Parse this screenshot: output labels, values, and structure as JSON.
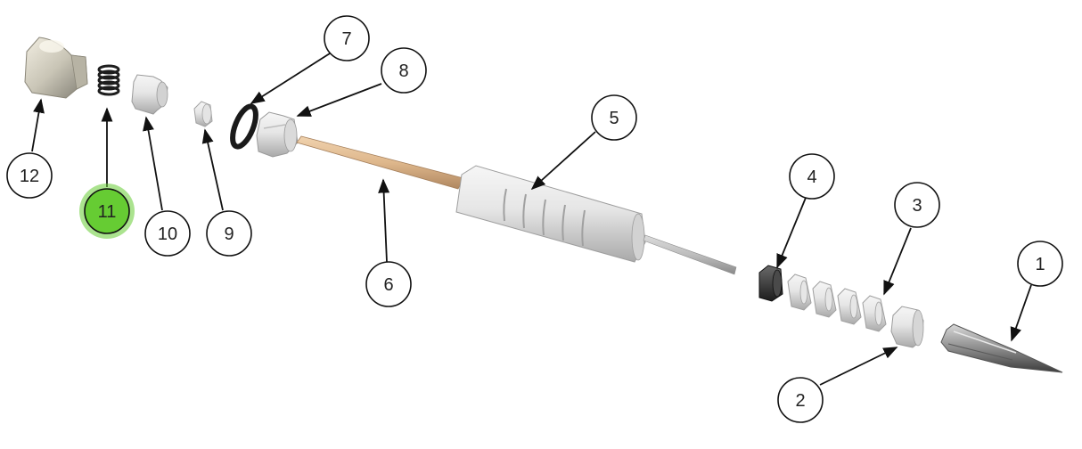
{
  "diagram": {
    "highlight_color": "#66cc33",
    "callouts": [
      {
        "key": "c1",
        "label": "1",
        "highlighted": false
      },
      {
        "key": "c2",
        "label": "2",
        "highlighted": false
      },
      {
        "key": "c3",
        "label": "3",
        "highlighted": false
      },
      {
        "key": "c4",
        "label": "4",
        "highlighted": false
      },
      {
        "key": "c5",
        "label": "5",
        "highlighted": false
      },
      {
        "key": "c6",
        "label": "6",
        "highlighted": false
      },
      {
        "key": "c7",
        "label": "7",
        "highlighted": false
      },
      {
        "key": "c8",
        "label": "8",
        "highlighted": false
      },
      {
        "key": "c9",
        "label": "9",
        "highlighted": false
      },
      {
        "key": "c10",
        "label": "10",
        "highlighted": false
      },
      {
        "key": "c11",
        "label": "11",
        "highlighted": true
      },
      {
        "key": "c12",
        "label": "12",
        "highlighted": false
      }
    ]
  }
}
